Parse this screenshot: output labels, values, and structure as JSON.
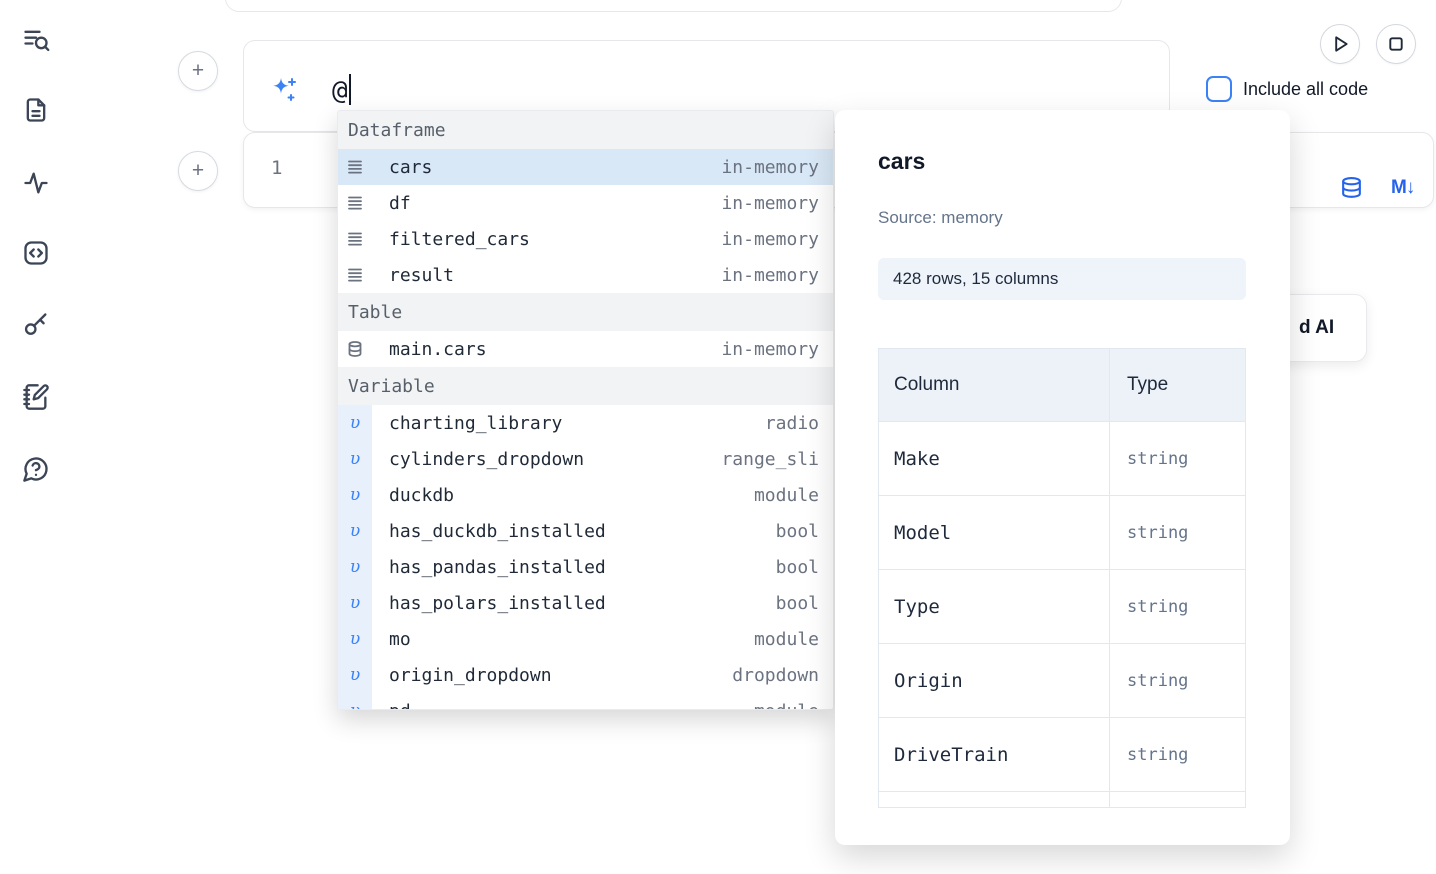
{
  "colors": {
    "accent": "#3b82f6",
    "toolbar-icon-blue": "#2563eb",
    "selected-bg": "#d9e8f6",
    "section-bg": "#f2f3f5",
    "varicon-bg": "#e8f1fb",
    "badge-bg": "#eef4fa",
    "table-header-bg": "#edf2f8",
    "table-border": "#e2e8f0"
  },
  "sidebar": {
    "icons": [
      "toc-search-icon",
      "file-text-icon",
      "activity-icon",
      "code-square-icon",
      "key-icon",
      "notebook-pen-icon",
      "help-chat-icon"
    ]
  },
  "ai_panel": {
    "prompt_value": "@",
    "include_all_code_label": "Include all code"
  },
  "code_cell": {
    "line_number": "1"
  },
  "partial_ai_button": {
    "label": "d AI"
  },
  "autocomplete": {
    "sections": [
      {
        "label": "Dataframe",
        "items": [
          {
            "name": "cars",
            "type": "in-memory"
          },
          {
            "name": "df",
            "type": "in-memory"
          },
          {
            "name": "filtered_cars",
            "type": "in-memory"
          },
          {
            "name": "result",
            "type": "in-memory"
          }
        ]
      },
      {
        "label": "Table",
        "items": [
          {
            "name": "main.cars",
            "type": "in-memory"
          }
        ]
      },
      {
        "label": "Variable",
        "items": [
          {
            "name": "charting_library",
            "type": "radio"
          },
          {
            "name": "cylinders_dropdown",
            "type": "range_sli"
          },
          {
            "name": "duckdb",
            "type": "module"
          },
          {
            "name": "has_duckdb_installed",
            "type": "bool"
          },
          {
            "name": "has_pandas_installed",
            "type": "bool"
          },
          {
            "name": "has_polars_installed",
            "type": "bool"
          },
          {
            "name": "mo",
            "type": "module"
          },
          {
            "name": "origin_dropdown",
            "type": "dropdown"
          },
          {
            "name": "pd",
            "type": "module"
          }
        ]
      }
    ]
  },
  "preview": {
    "title": "cars",
    "source": "Source: memory",
    "shape": "428 rows, 15 columns",
    "table": {
      "headers": [
        "Column",
        "Type"
      ],
      "rows": [
        [
          "Make",
          "string"
        ],
        [
          "Model",
          "string"
        ],
        [
          "Type",
          "string"
        ],
        [
          "Origin",
          "string"
        ],
        [
          "DriveTrain",
          "string"
        ]
      ]
    }
  }
}
